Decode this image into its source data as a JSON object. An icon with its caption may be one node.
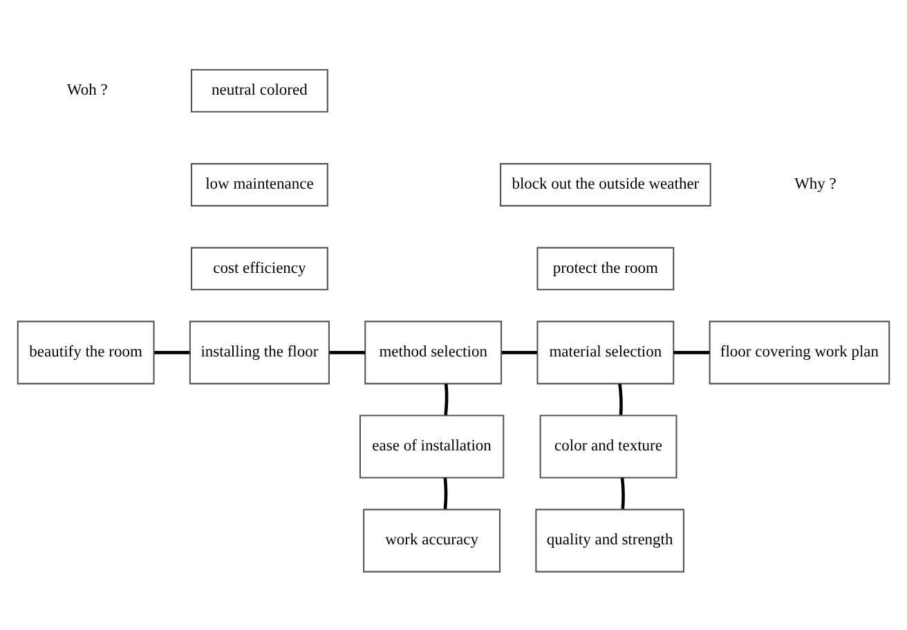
{
  "diagram": {
    "nodes": [
      {
        "text": [
          "beautify the room"
        ]
      },
      {
        "text": [
          "installing the floor"
        ]
      },
      {
        "text": [
          "method selection"
        ]
      },
      {
        "text": [
          "material selection"
        ]
      },
      {
        "text": [
          "floor covering work plan"
        ]
      },
      {
        "text": [
          "ease of installation"
        ]
      },
      {
        "text": [
          "work accuracy"
        ]
      },
      {
        "text": [
          "color and texture"
        ]
      },
      {
        "text": [
          "quality and strength"
        ]
      },
      {
        "text": [
          "neutral colored"
        ]
      },
      {
        "text": [
          "low maintenance"
        ]
      },
      {
        "text": [
          "cost efficiency"
        ]
      },
      {
        "text": [
          "block out the outside weather"
        ]
      },
      {
        "text": [
          "protect the room"
        ]
      }
    ],
    "edges": [
      {
        "from": 0,
        "to": 1,
        "arrow": "none"
      },
      {
        "from": 1,
        "to": 2,
        "arrow": "none"
      },
      {
        "from": 2,
        "to": 3,
        "arrow": "none"
      },
      {
        "from": 3,
        "to": 4,
        "arrow": "none"
      },
      {
        "from": 2,
        "to": 5,
        "arrow": "none"
      },
      {
        "from": 5,
        "to": 6,
        "arrow": "none"
      },
      {
        "from": 3,
        "to": 7,
        "arrow": "none"
      },
      {
        "from": 7,
        "to": 8,
        "arrow": "none"
      }
    ],
    "labels": [
      "Woh ?",
      "Why ?"
    ]
  }
}
